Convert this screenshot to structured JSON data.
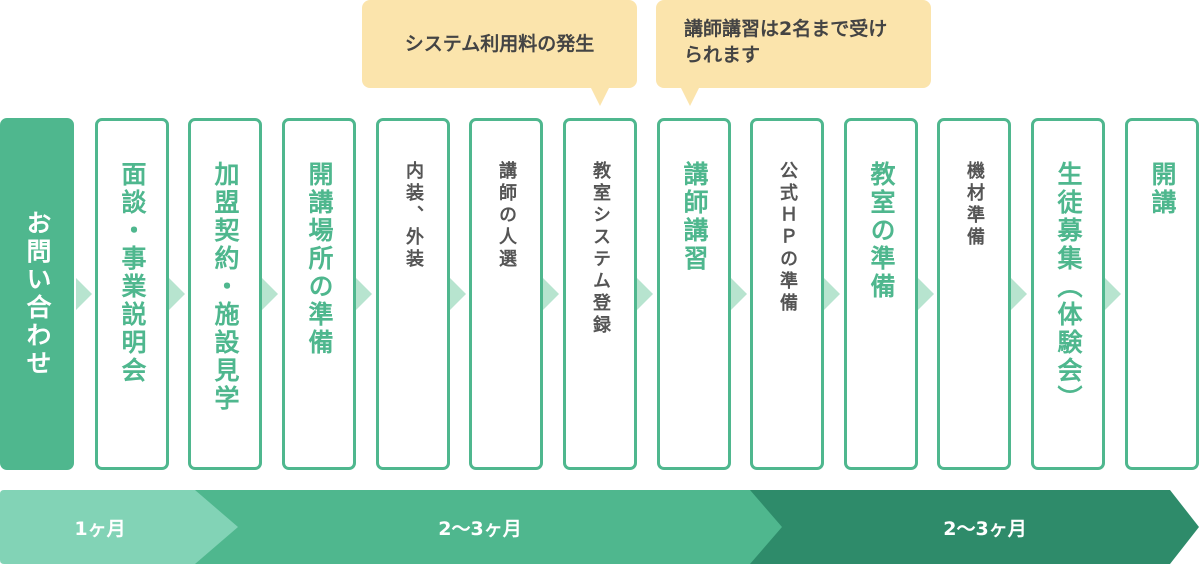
{
  "callouts": [
    "システム利用料の発生",
    "講師講習は2名まで受けられます"
  ],
  "steps": [
    {
      "label": "お問い合わせ",
      "style": "filled"
    },
    {
      "label": "面談・事業説明会",
      "style": "green"
    },
    {
      "label": "加盟契約・施設見学",
      "style": "green"
    },
    {
      "label": "開講場所の準備",
      "style": "green"
    },
    {
      "label": "内装、外装",
      "style": "gray"
    },
    {
      "label": "講師の人選",
      "style": "gray"
    },
    {
      "label": "教室システム登録",
      "style": "gray"
    },
    {
      "label": "講師講習",
      "style": "green"
    },
    {
      "label": "公式ＨＰの準備",
      "style": "gray"
    },
    {
      "label": "教室の準備",
      "style": "green"
    },
    {
      "label": "機材準備",
      "style": "gray"
    },
    {
      "label": "生徒募集（体験会）",
      "style": "green"
    },
    {
      "label": "開講",
      "style": "green"
    }
  ],
  "periods": [
    {
      "label": "1ヶ月",
      "color": "#82d3b6"
    },
    {
      "label": "2〜3ヶ月",
      "color": "#4fb78e"
    },
    {
      "label": "2〜3ヶ月",
      "color": "#2e8b6a"
    }
  ]
}
